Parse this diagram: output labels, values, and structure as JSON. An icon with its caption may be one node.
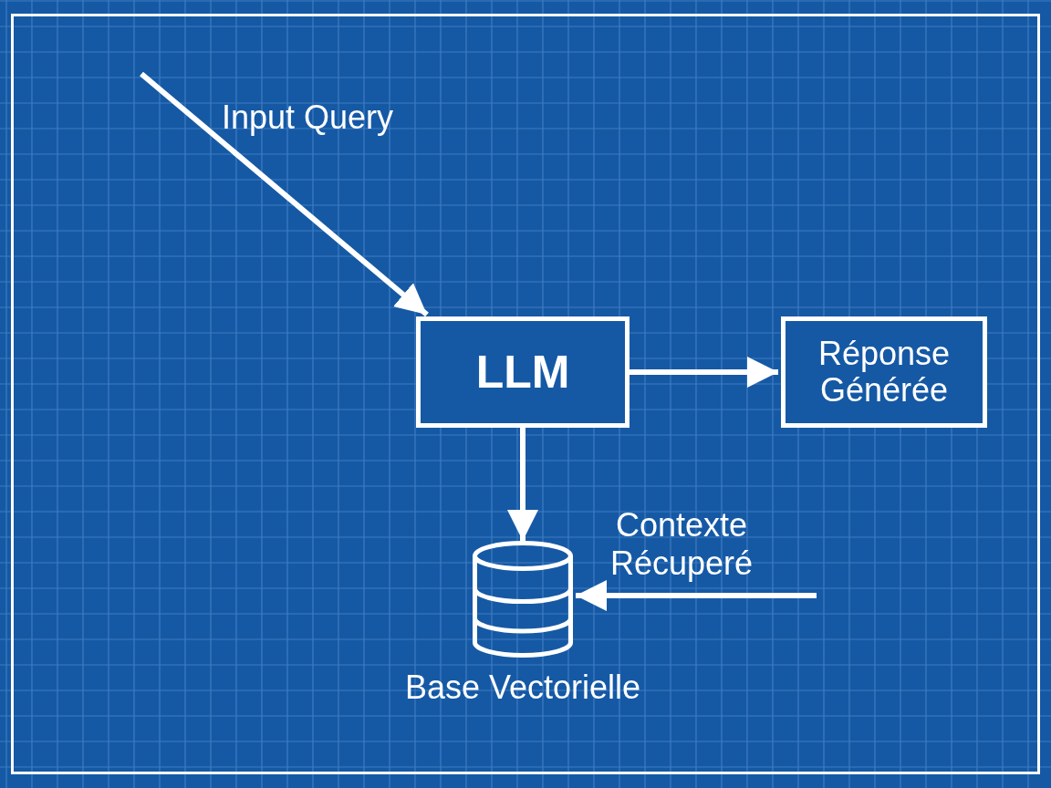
{
  "diagram": {
    "nodes": [
      {
        "text": [
          "LLM"
        ]
      },
      {
        "text": [
          "Réponse Générée"
        ]
      },
      {
        "text": [],
        "shape": "cylinder",
        "beside": [
          "Base Vectorielle"
        ]
      }
    ],
    "edges": [
      {
        "from": null,
        "to": 0,
        "arrow": "to",
        "label": "Input Query"
      },
      {
        "from": 0,
        "to": 1,
        "arrow": "to"
      },
      {
        "from": 0,
        "to": 2,
        "arrow": "to"
      },
      {
        "from": null,
        "to": 2,
        "arrow": "to",
        "label": "Contexte Récuperé"
      }
    ]
  }
}
